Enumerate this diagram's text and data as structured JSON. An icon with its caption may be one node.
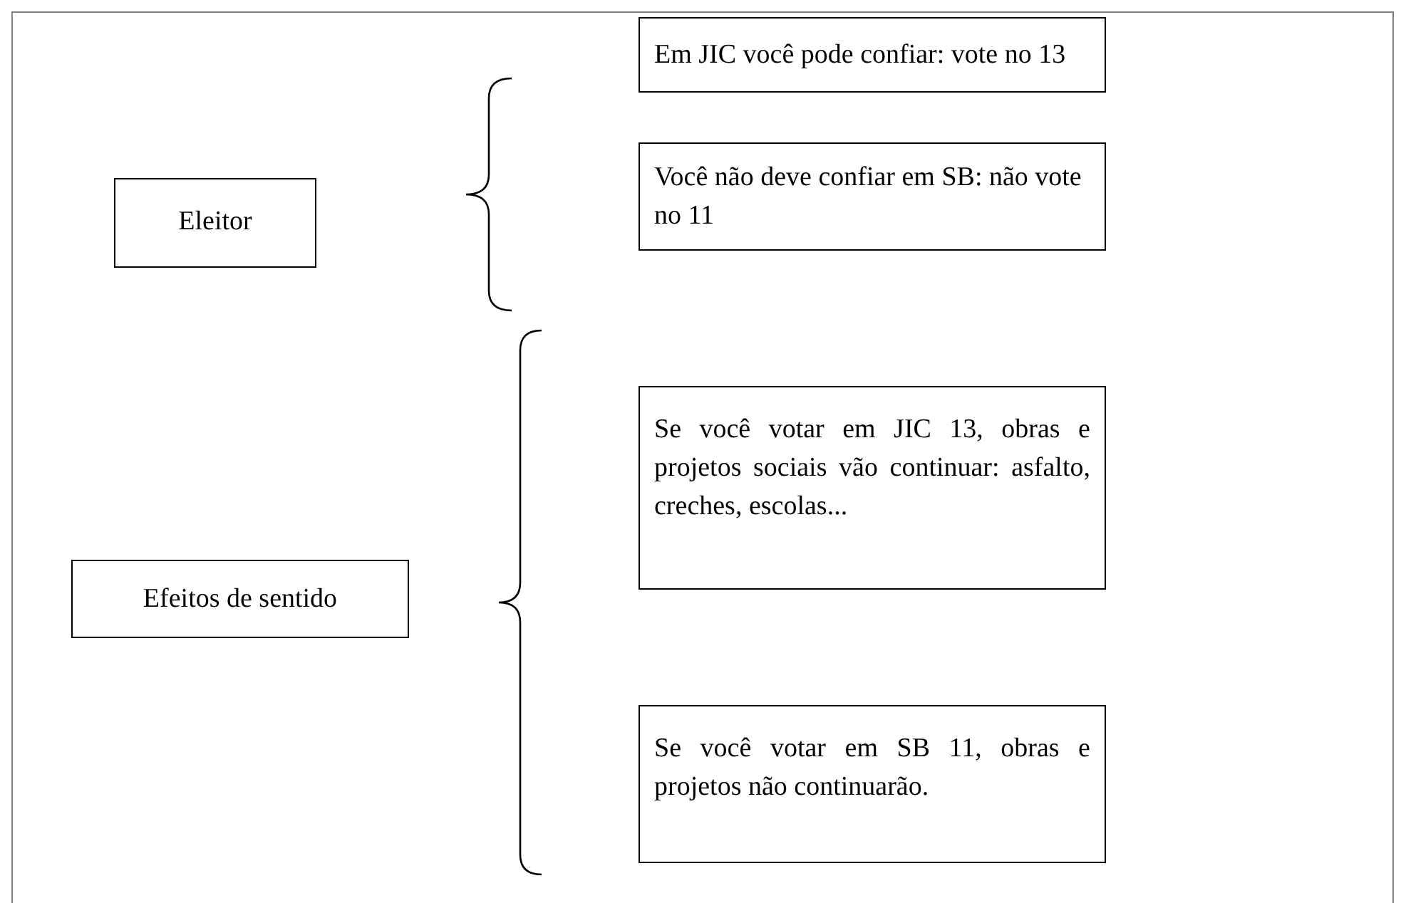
{
  "diagram": {
    "nodes": [
      {
        "text": [
          "Eleitor"
        ]
      },
      {
        "text": [
          "Em JIC você pode confiar: vote no 13"
        ]
      },
      {
        "text": [
          "Você não deve confiar em SB: não vote no 11"
        ]
      },
      {
        "text": [
          "Efeitos de sentido"
        ]
      },
      {
        "text": [
          "Se você votar em JIC 13, obras e projetos sociais vão continuar: asfalto, creches, escolas..."
        ]
      },
      {
        "text": [
          "Se você votar em SB 11, obras e projetos não continuarão."
        ]
      }
    ]
  }
}
